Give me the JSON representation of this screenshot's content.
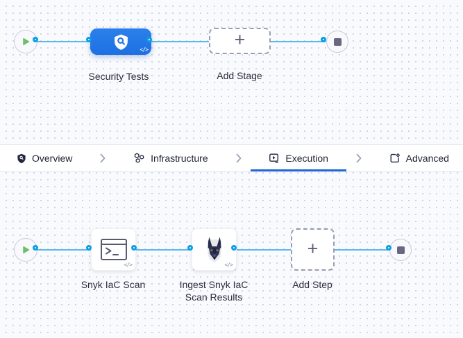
{
  "stage_graph": {
    "stage": {
      "label": "Security Tests",
      "icon": "security-shield-scan-icon",
      "code_badge": "</>"
    },
    "add_stage": {
      "label": "Add Stage",
      "plus": "+"
    }
  },
  "tab_bar": {
    "tabs": [
      {
        "label": "Overview",
        "icon": "shield-icon",
        "active": false
      },
      {
        "label": "Infrastructure",
        "icon": "hexagons-icon",
        "active": false
      },
      {
        "label": "Execution",
        "icon": "play-square-icon",
        "active": true
      },
      {
        "label": "Advanced",
        "icon": "box-gear-icon",
        "active": false
      }
    ]
  },
  "step_graph": {
    "steps": [
      {
        "label": "Snyk IaC Scan",
        "icon": "terminal-icon",
        "code_badge": "</>"
      },
      {
        "label": "Ingest Snyk IaC Scan Results",
        "icon": "snyk-wolf-icon",
        "code_badge": "</>"
      }
    ],
    "add_step": {
      "label": "Add Step",
      "plus": "+"
    }
  },
  "colors": {
    "stage_blue": "#2375e8",
    "line_blue": "#5db8f2",
    "connector_blue": "#0b9fe2",
    "active_tab_underline": "#1f68dd",
    "play_green": "#68c266",
    "canvas_bg": "#f8fafd"
  }
}
